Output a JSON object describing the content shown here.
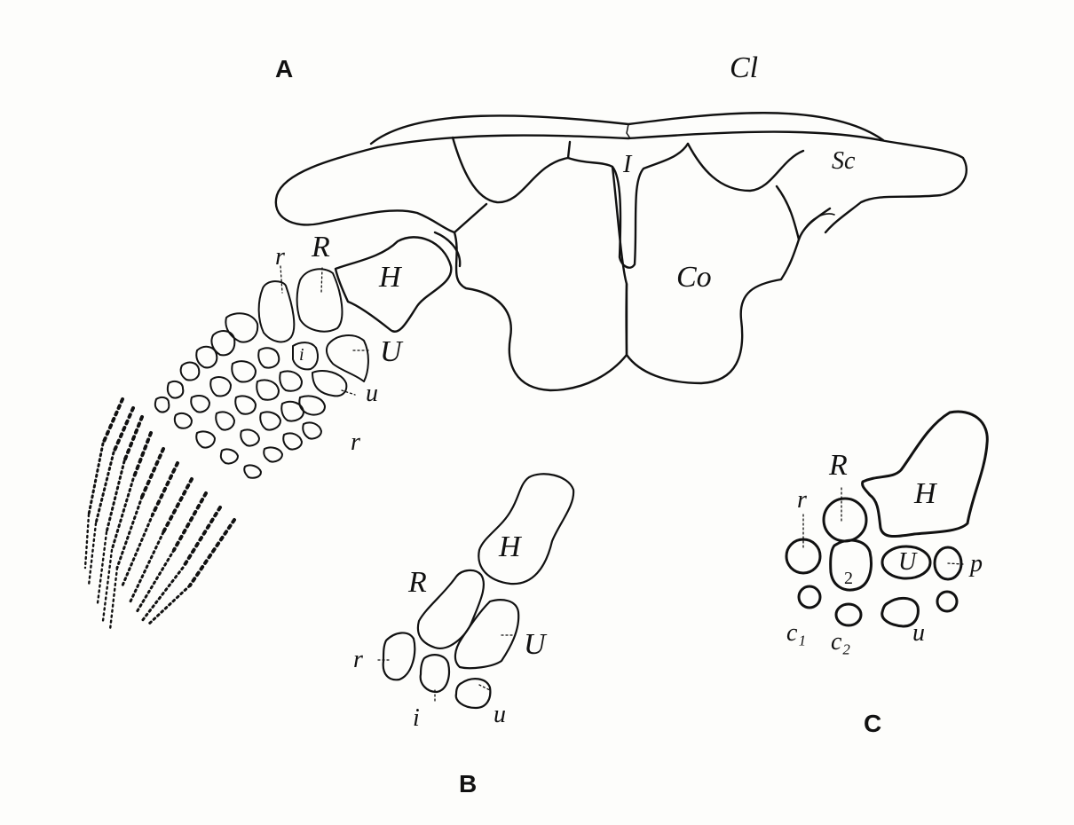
{
  "figure": {
    "panels": {
      "A": {
        "title": "A",
        "labels": {
          "clavicle": "Cl",
          "interclavicle": "I",
          "scapula": "Sc",
          "coracoid": "Co",
          "humerus": "H",
          "radius": "R",
          "ulna": "U",
          "radiale": "r",
          "intermedium": "i",
          "ulnare": "u",
          "extra": "r"
        }
      },
      "B": {
        "title": "B",
        "labels": {
          "humerus": "H",
          "radius": "R",
          "ulna": "U",
          "radiale": "r",
          "intermedium": "i",
          "ulnare": "u"
        }
      },
      "C": {
        "title": "C",
        "labels": {
          "humerus": "H",
          "radius": "R",
          "ulna": "U",
          "radiale": "r",
          "centrale_2": "2",
          "pisiform": "p",
          "ulnare": "u",
          "c1": "c₁",
          "c2": "c₂"
        }
      }
    },
    "colors": {
      "ink": "#111111",
      "paper": "#fdfdfb"
    }
  }
}
